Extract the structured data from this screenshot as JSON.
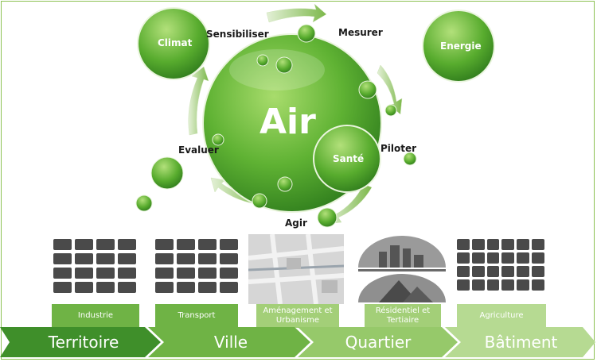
{
  "center": {
    "label": "Air"
  },
  "satellites": {
    "climat": "Climat",
    "energie": "Energie",
    "sante": "Santé"
  },
  "cycle": {
    "sensibiliser": "Sensibiliser",
    "mesurer": "Mesurer",
    "piloter": "Piloter",
    "agir": "Agir",
    "evaluer": "Evaluer"
  },
  "sectors": [
    {
      "label": "Industrie"
    },
    {
      "label": "Transport"
    },
    {
      "label": "Aménagement et Urbanisme"
    },
    {
      "label": "Résidentiel et Tertiaire"
    },
    {
      "label": "Agriculture"
    }
  ],
  "scales": [
    "Territoire",
    "Ville",
    "Quartier",
    "Bâtiment"
  ],
  "colors": {
    "dark_green": "#3f8f2a",
    "mid_green": "#6fb345",
    "light_green": "#a3cf78",
    "arrow_green": "#8cc152"
  }
}
